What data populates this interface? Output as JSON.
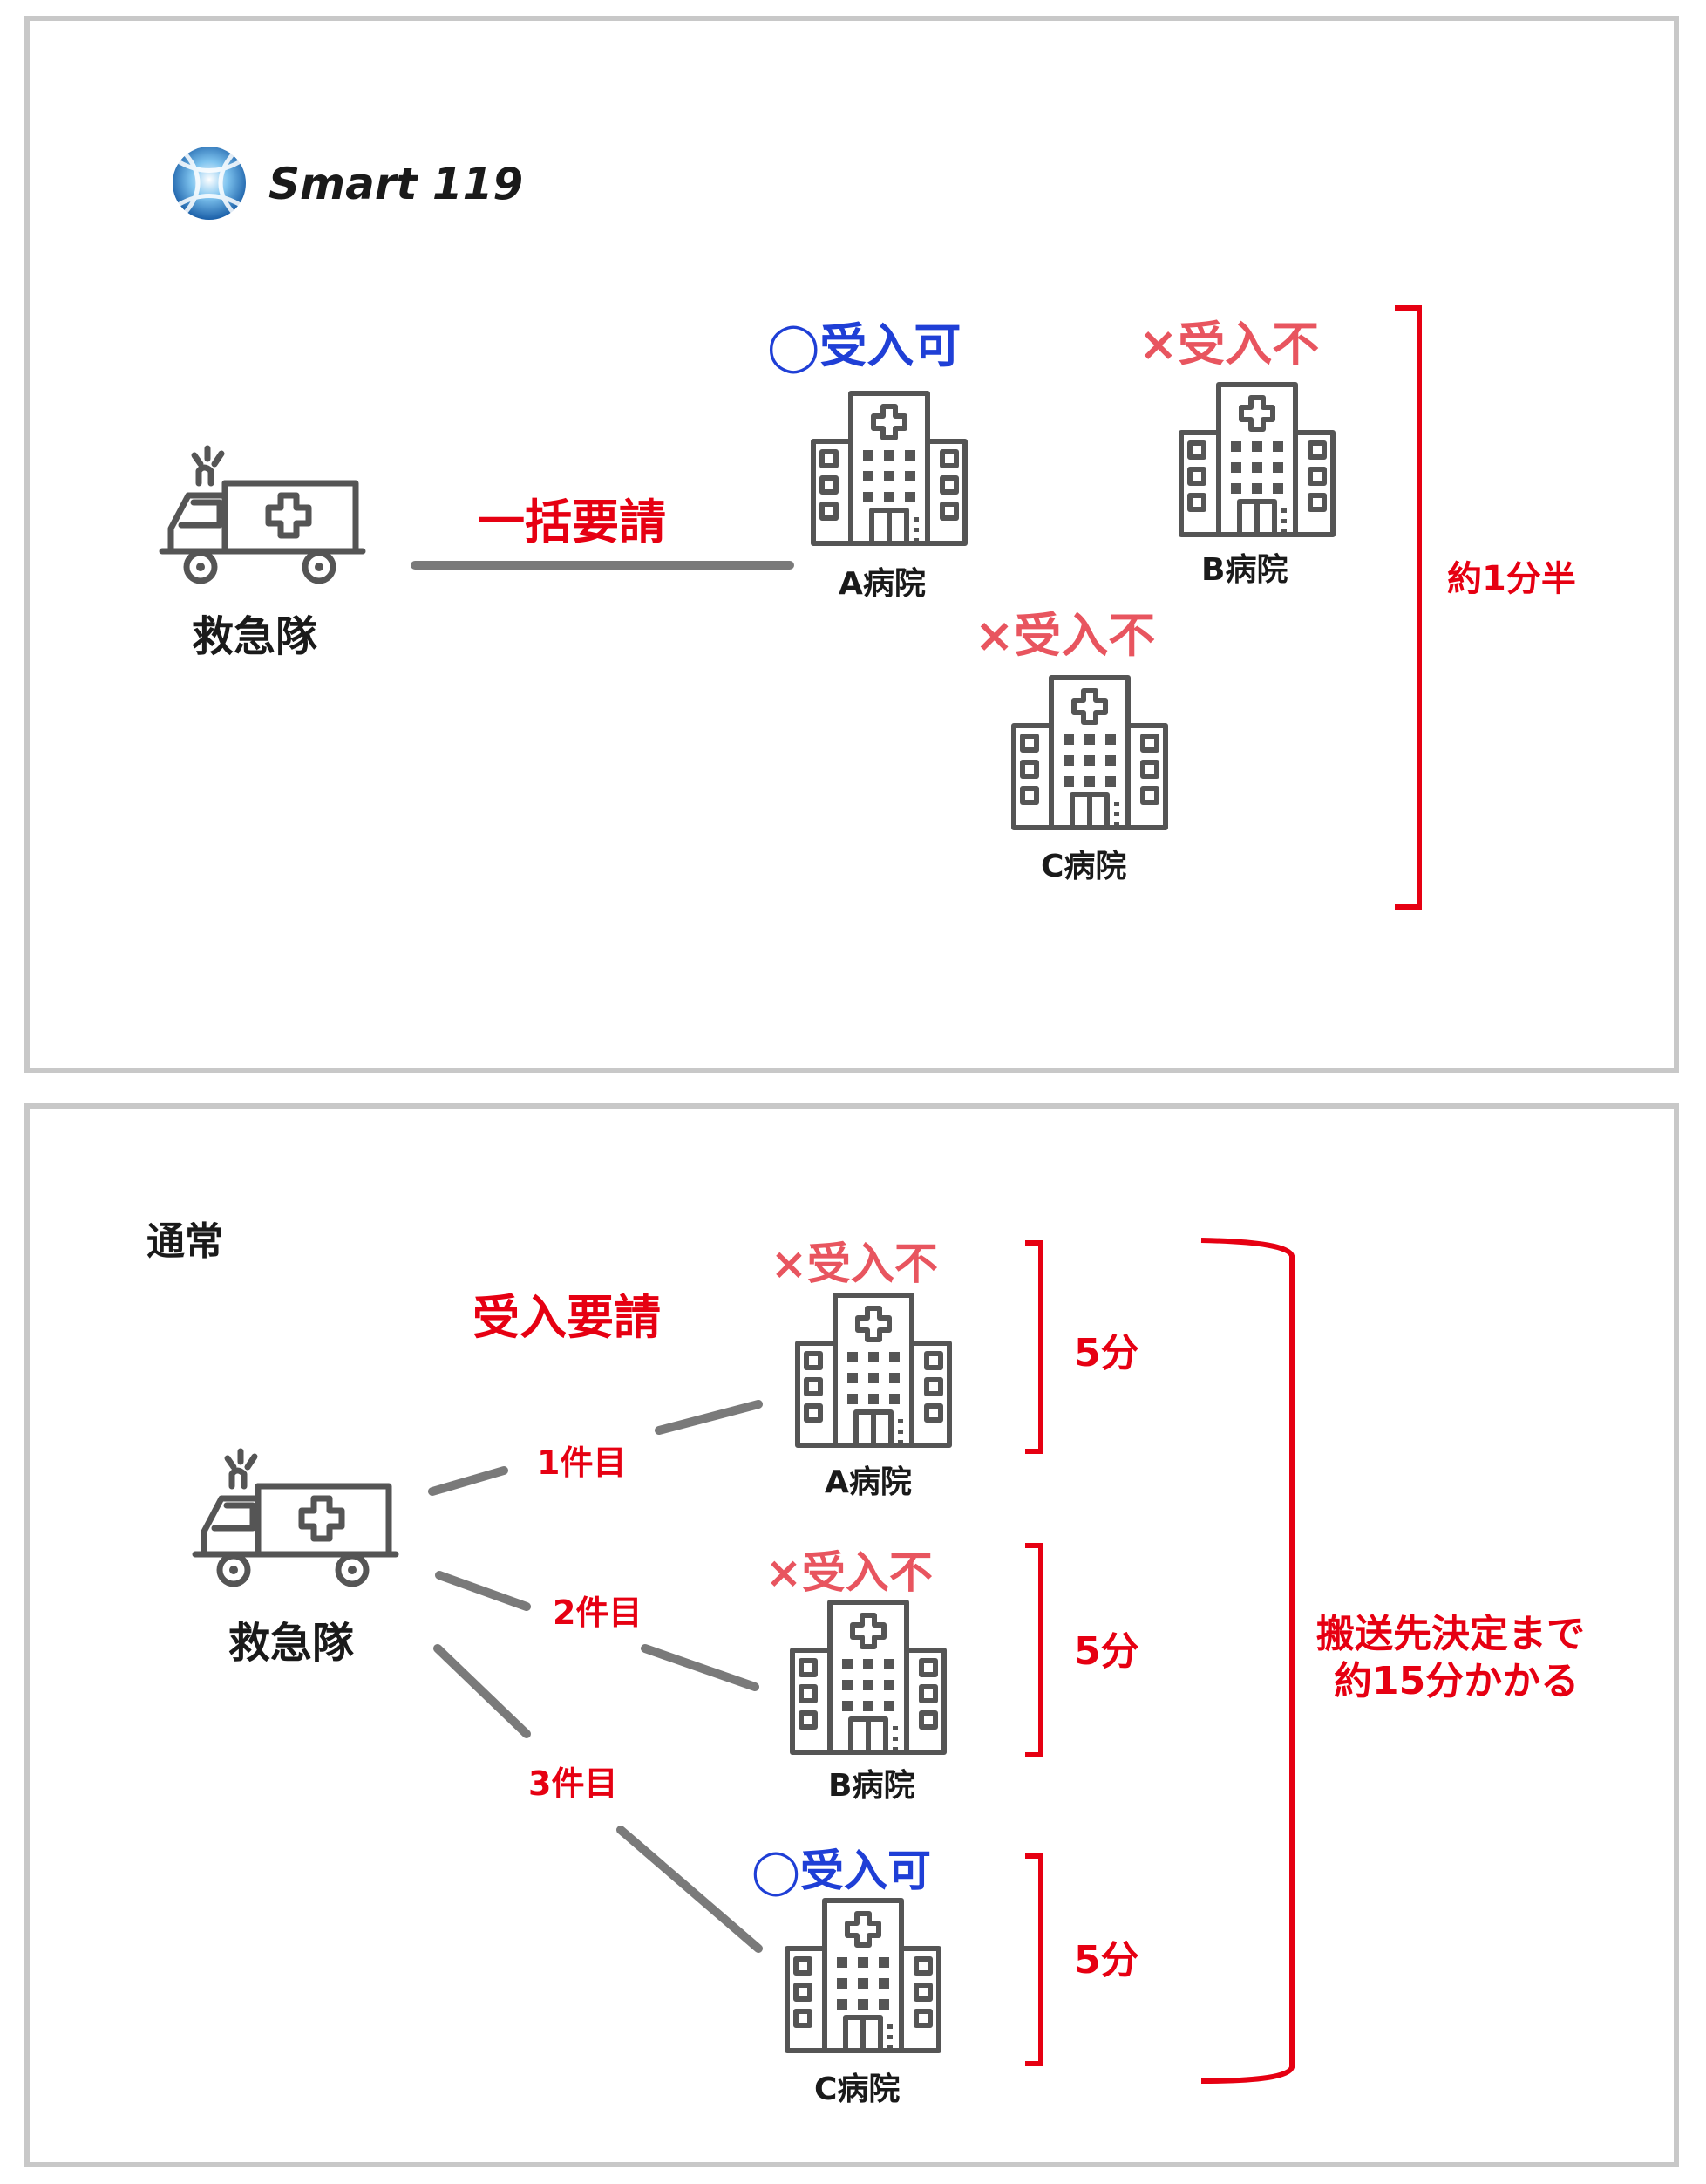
{
  "top": {
    "brand": "Smart 119",
    "ambulance_label": "救急隊",
    "request_label": "一括要請",
    "hospital_a": {
      "name": "A病院",
      "status": "◯受入可"
    },
    "hospital_b": {
      "name": "B病院",
      "status": "×受入不"
    },
    "hospital_c": {
      "name": "C病院",
      "status": "×受入不"
    },
    "time_label": "約1分半"
  },
  "bottom": {
    "section_title": "通常",
    "request_label": "受入要請",
    "ambulance_label": "救急隊",
    "calls": [
      "1件目",
      "2件目",
      "3件目"
    ],
    "hospital_a": {
      "name": "A病院",
      "status": "×受入不",
      "time": "5分"
    },
    "hospital_b": {
      "name": "B病院",
      "status": "×受入不",
      "time": "5分"
    },
    "hospital_c": {
      "name": "C病院",
      "status": "◯受入可",
      "time": "5分"
    },
    "total_line1": "搬送先決定まで",
    "total_line2": "約15分かかる"
  },
  "colors": {
    "red": "#e60012",
    "blue": "#1f3fd6",
    "pink": "#e8555f",
    "icon_gray": "#555555",
    "line_gray": "#7a7a7a",
    "border_gray": "#c8c8c8"
  }
}
